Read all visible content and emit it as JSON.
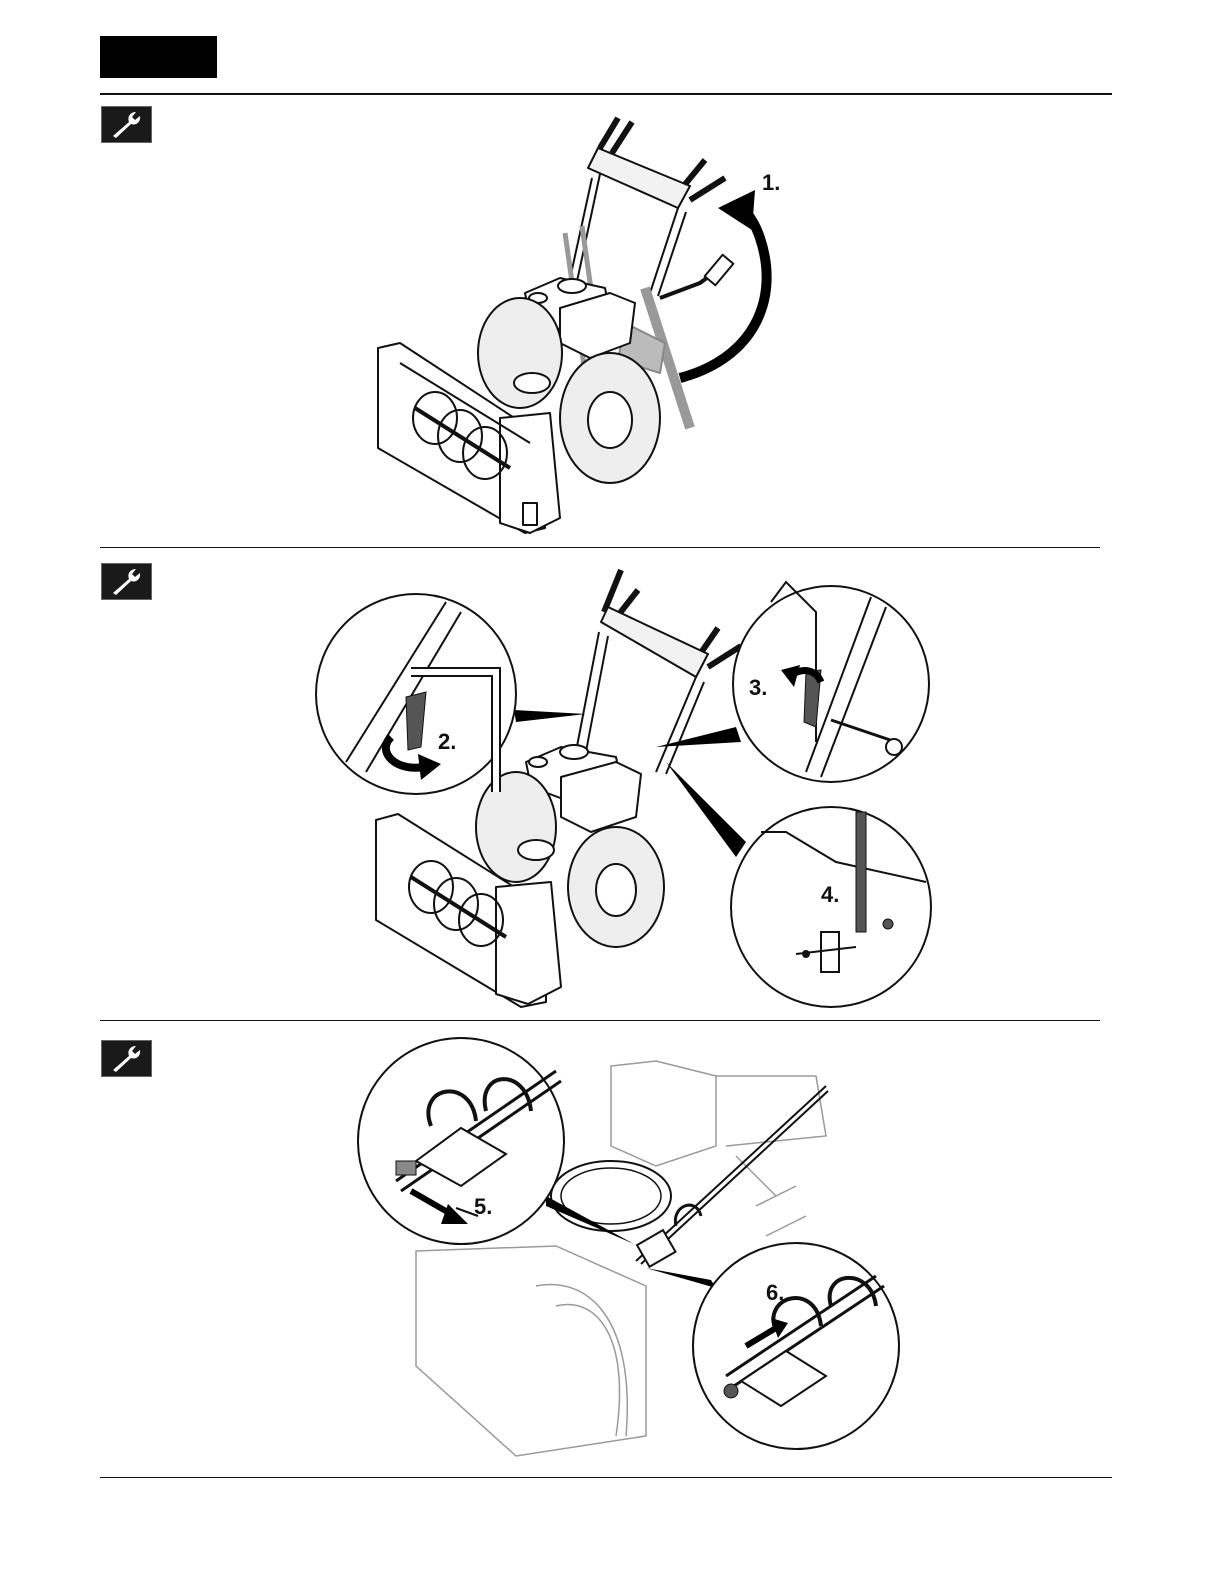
{
  "page": {
    "header_block_color": "#000000",
    "rule_color": "#111111"
  },
  "panels": [
    {
      "icon": "wrench-icon",
      "steps": [
        {
          "label": "1."
        }
      ]
    },
    {
      "icon": "wrench-icon",
      "steps": [
        {
          "label": "2."
        },
        {
          "label": "3."
        },
        {
          "label": "4."
        }
      ]
    },
    {
      "icon": "wrench-icon",
      "steps": [
        {
          "label": "5."
        },
        {
          "label": "6."
        }
      ]
    }
  ]
}
